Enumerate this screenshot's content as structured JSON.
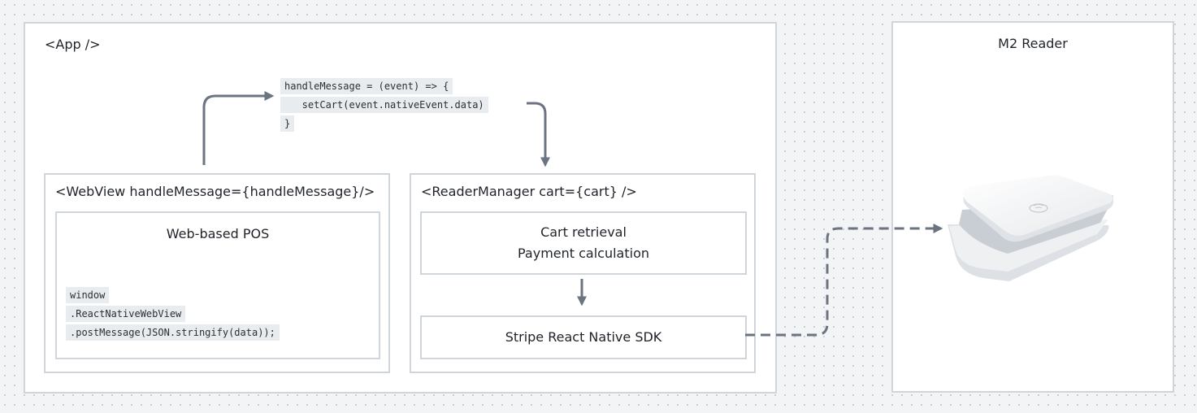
{
  "app": {
    "title": "<App />"
  },
  "handler_code": [
    "handleMessage = (event) => {",
    "   setCart(event.nativeEvent.data)",
    "}"
  ],
  "webview": {
    "title": "<WebView handleMessage={handleMessage}/>",
    "inner_title": "Web-based POS",
    "code": [
      "window",
      ".ReactNativeWebView",
      ".postMessage(JSON.stringify(data));"
    ]
  },
  "reader_manager": {
    "title": "<ReaderManager cart={cart} />",
    "box1_line1": "Cart retrieval",
    "box1_line2": "Payment calculation",
    "box2_label": "Stripe React Native SDK"
  },
  "m2_reader": {
    "title": "M2 Reader"
  },
  "colors": {
    "arrow": "#6b7480",
    "border": "#cfd5db",
    "code_bg": "#e9ecef"
  }
}
